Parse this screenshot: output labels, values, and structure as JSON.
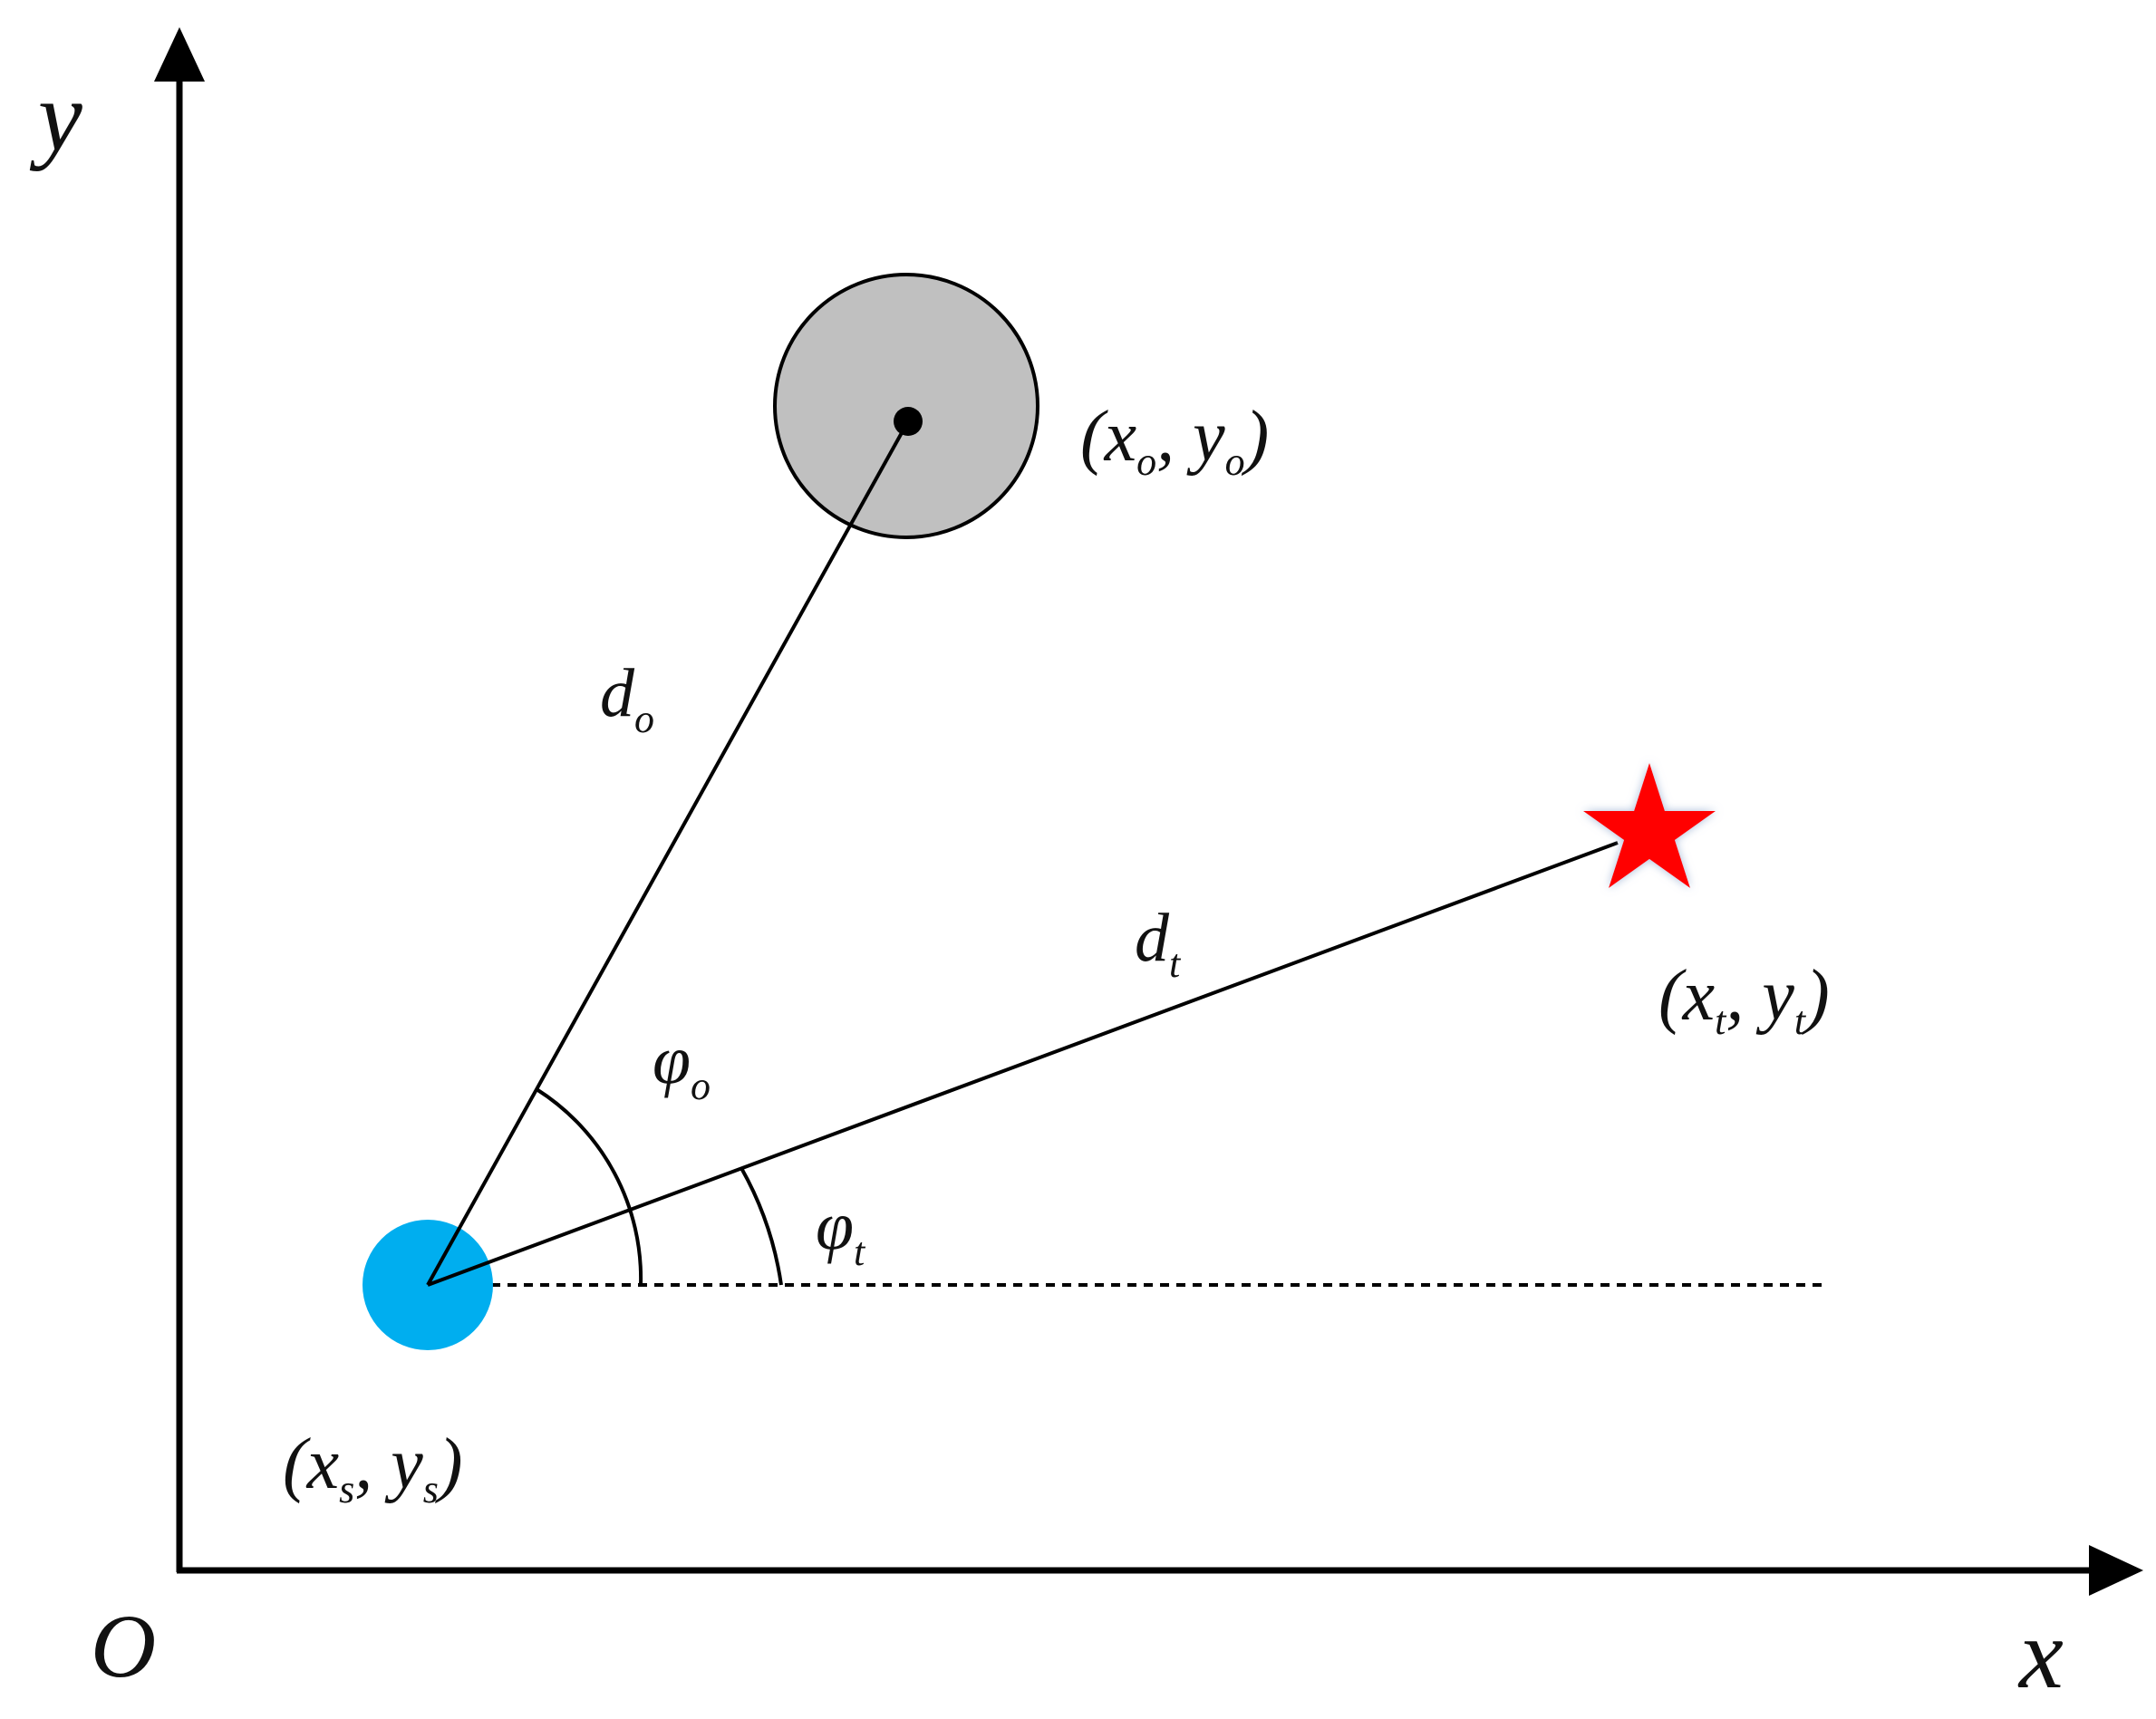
{
  "diagram": {
    "axes": {
      "y_label": "y",
      "x_label": "x",
      "origin_label": "O"
    },
    "obstacle": {
      "label": {
        "open": "(",
        "x": "x",
        "x_sub": "o",
        "sep": ", ",
        "y": "y",
        "y_sub": "o",
        "close": ")"
      },
      "distance": {
        "base": "d",
        "sub": "o"
      },
      "angle": {
        "base": "φ",
        "sub": "o"
      }
    },
    "target": {
      "icon": "star-icon",
      "label": {
        "open": "(",
        "x": "x",
        "x_sub": "t",
        "sep": ", ",
        "y": "y",
        "y_sub": "t",
        "close": ")"
      },
      "distance": {
        "base": "d",
        "sub": "t"
      },
      "angle": {
        "base": "φ",
        "sub": "t"
      }
    },
    "source": {
      "label": {
        "open": "(",
        "x": "x",
        "x_sub": "s",
        "sep": ", ",
        "y": "y",
        "y_sub": "s",
        "close": ")"
      }
    },
    "colors": {
      "source_fill": "#00AEEF",
      "obstacle_fill": "#C0C0C0",
      "target_fill": "#FF0000",
      "line": "#000000"
    }
  }
}
